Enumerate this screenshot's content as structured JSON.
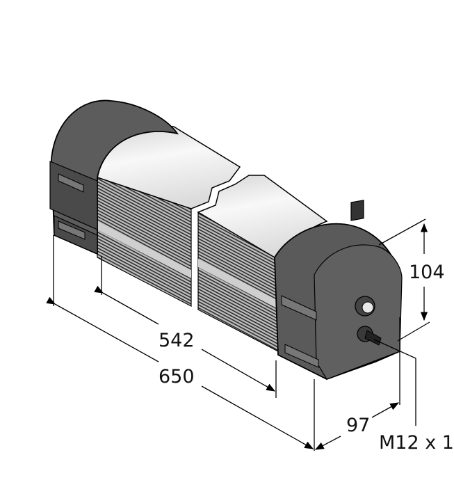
{
  "drawing": {
    "type": "dimensional-drawing",
    "subject": "cylindrical housing with end caps, switch and M12 connectors",
    "dimensions": {
      "overall_length": "650",
      "inner_length": "542",
      "height": "104",
      "depth": "97",
      "connector_thread": "M12 x 1"
    },
    "colors": {
      "cap": "#5a5a5a",
      "body": "#e8e8e8",
      "line": "#000000",
      "ribs": "#3a3a3a"
    }
  }
}
